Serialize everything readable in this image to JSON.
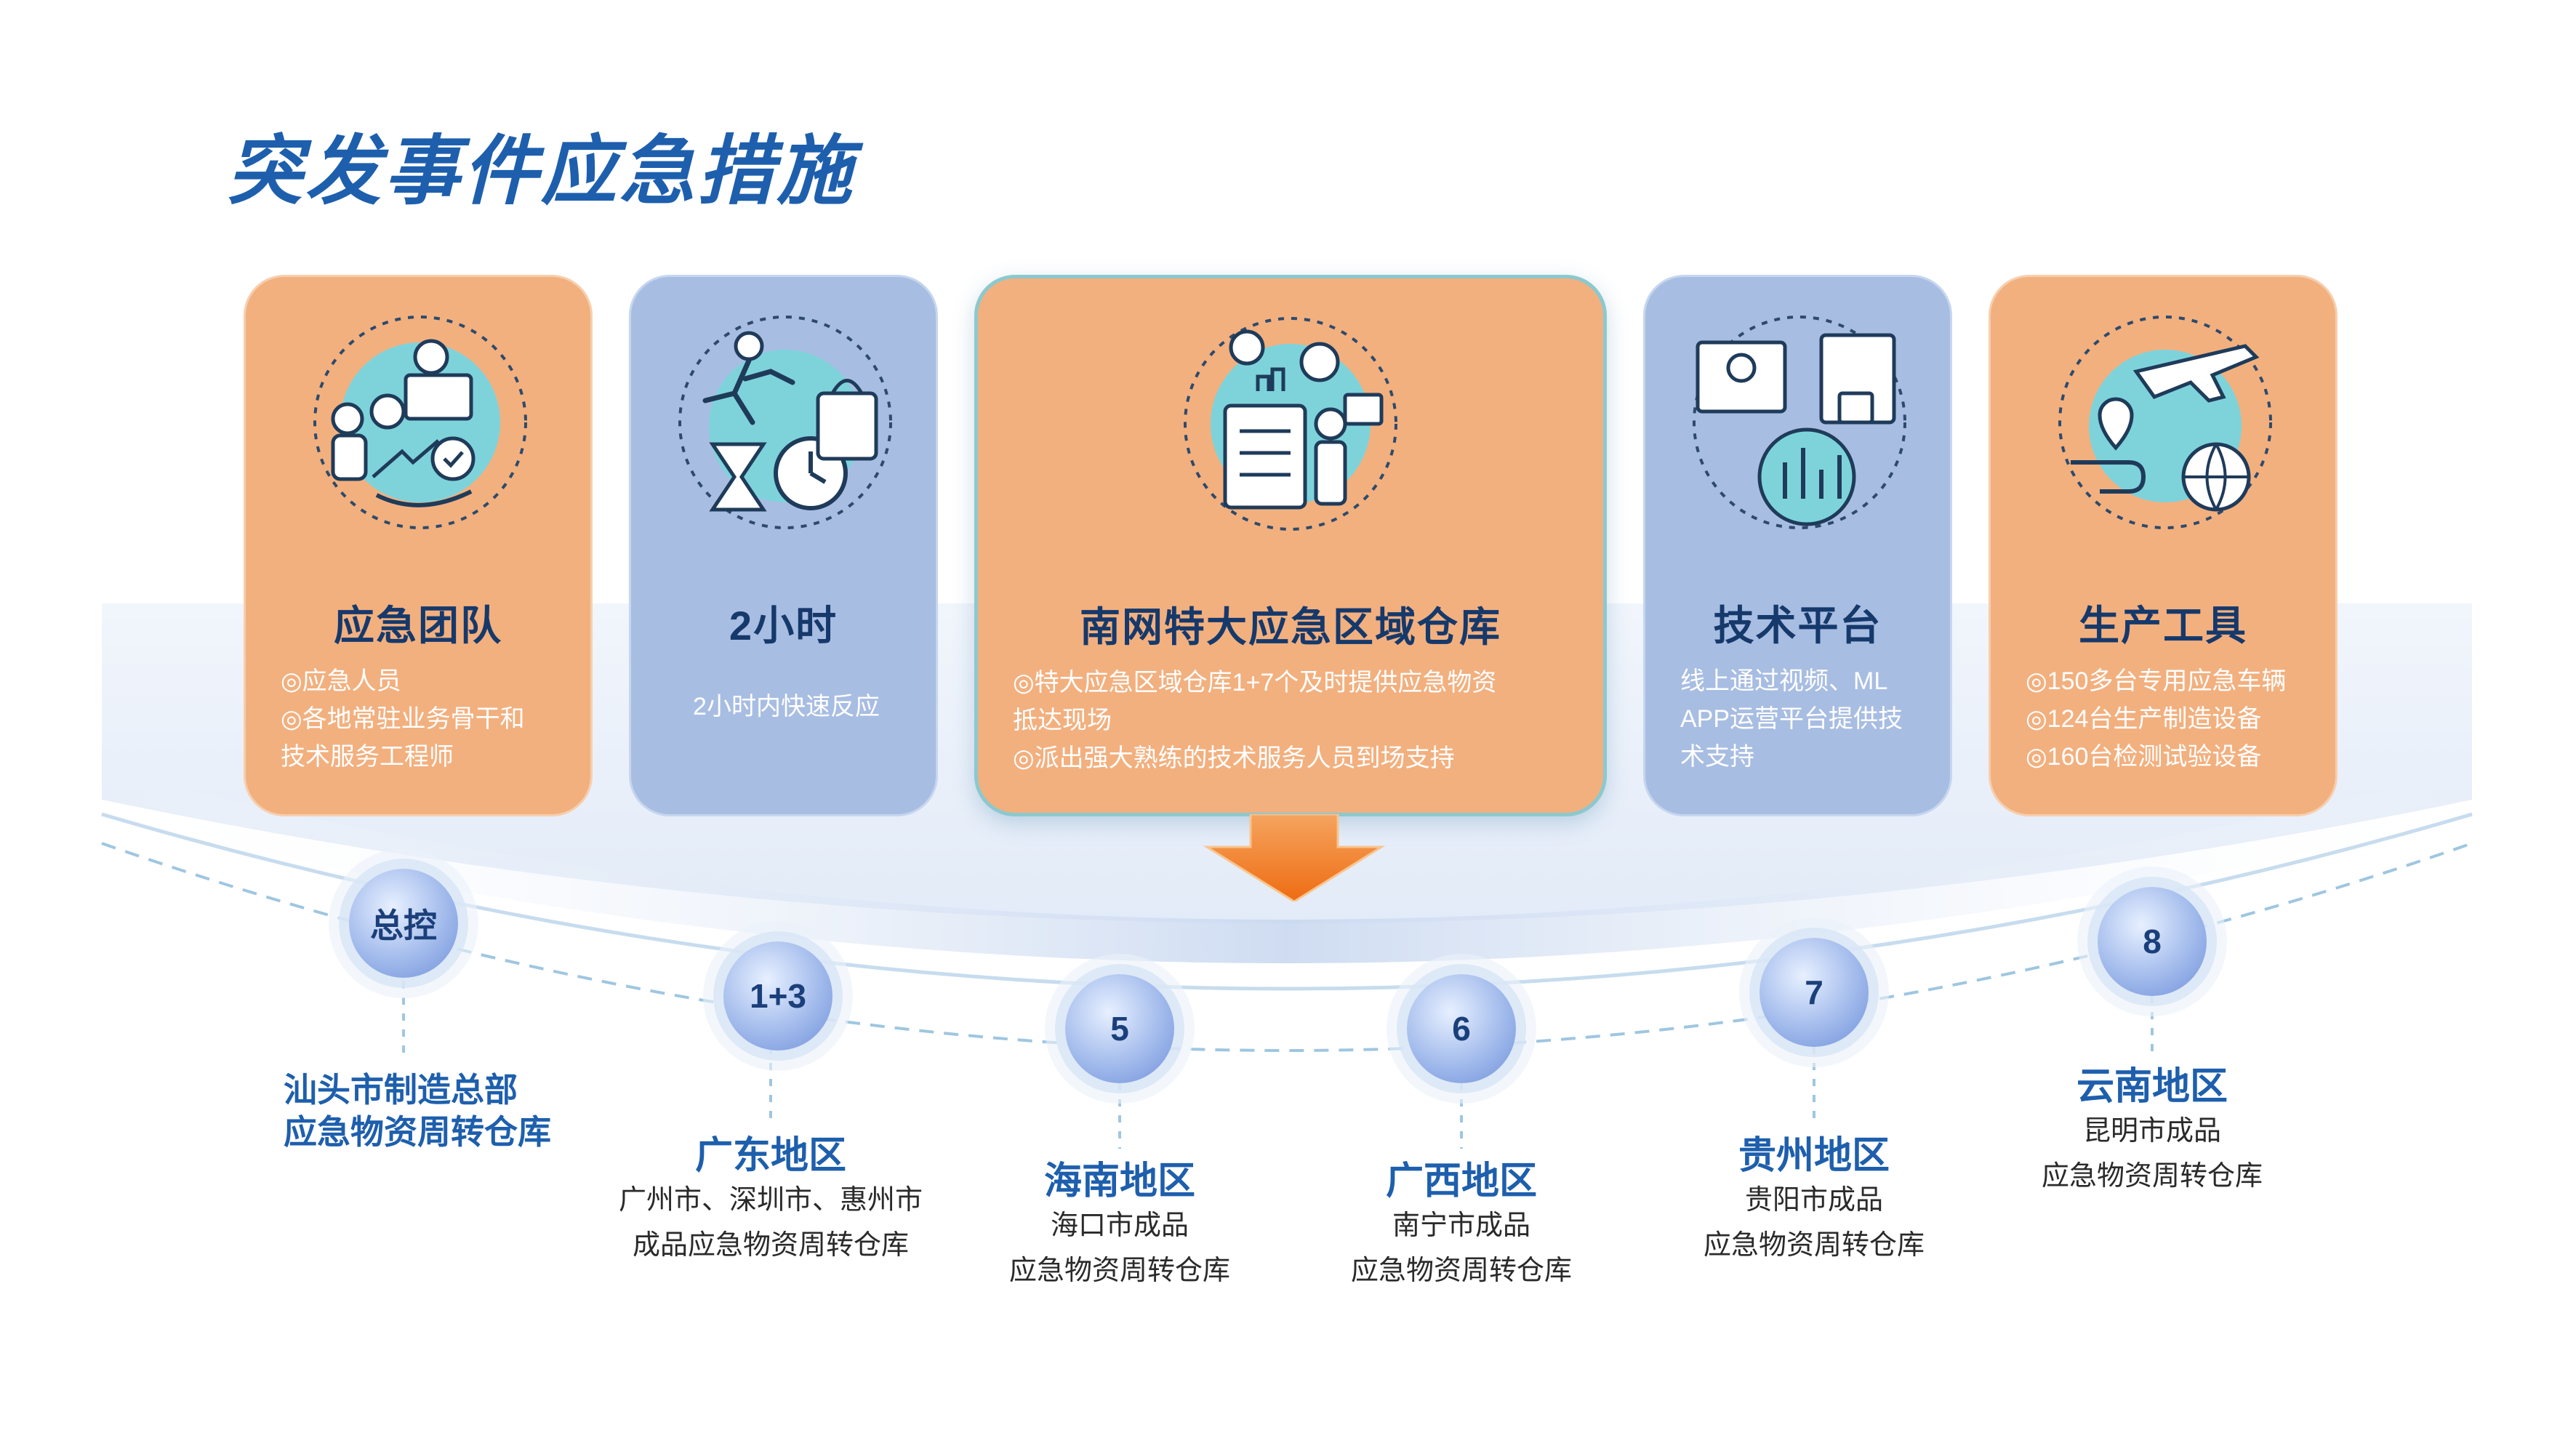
{
  "title": "突发事件应急措施",
  "colors": {
    "title": "#1e5fad",
    "orange": "#f2b07f",
    "blue": "#a8bde2",
    "arrow": "#f07a1e"
  },
  "cards": [
    {
      "title": "应急团队",
      "lines": [
        "◎应急人员",
        "◎各地常驻业务骨干和",
        "技术服务工程师"
      ],
      "icon": "team-icon"
    },
    {
      "title": "2小时",
      "lines": [
        "2小时内快速反应"
      ],
      "icon": "stopwatch-icon"
    },
    {
      "title": "南网特大应急区域仓库",
      "lines": [
        "◎特大应急区域仓库1+7个及时提供应急物资",
        "抵达现场",
        "◎派出强大熟练的技术服务人员到场支持"
      ],
      "icon": "warehouse-plan-icon"
    },
    {
      "title": "技术平台",
      "lines": [
        "线上通过视频、ML",
        "APP运营平台提供技",
        "术支持"
      ],
      "icon": "tech-platform-icon"
    },
    {
      "title": "生产工具",
      "lines": [
        "◎150多台专用应急车辆",
        "◎124台生产制造设备",
        "◎160台检测试验设备"
      ],
      "icon": "logistics-icon"
    }
  ],
  "nodes": [
    {
      "label": "总控",
      "region": "汕头市制造总部",
      "desc": "应急物资周转仓库"
    },
    {
      "label": "1+3",
      "region": "广东地区",
      "desc": "广州市、深圳市、惠州市",
      "desc2": "成品应急物资周转仓库"
    },
    {
      "label": "5",
      "region": "海南地区",
      "desc": "海口市成品",
      "desc2": "应急物资周转仓库"
    },
    {
      "label": "6",
      "region": "广西地区",
      "desc": "南宁市成品",
      "desc2": "应急物资周转仓库"
    },
    {
      "label": "7",
      "region": "贵州地区",
      "desc": "贵阳市成品",
      "desc2": "应急物资周转仓库"
    },
    {
      "label": "8",
      "region": "云南地区",
      "desc": "昆明市成品",
      "desc2": "应急物资周转仓库"
    }
  ]
}
